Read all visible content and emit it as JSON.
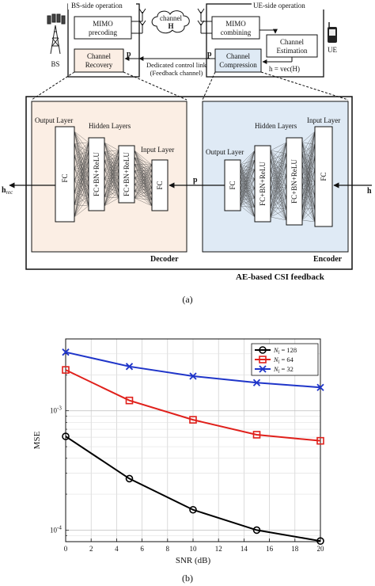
{
  "panel_a": {
    "caption": "(a)",
    "bs_side_label": "BS-side operation",
    "ue_side_label": "UE-side operation",
    "mimo_precoding": [
      "MIMO",
      "precoding"
    ],
    "channel_cloud": [
      "channel",
      "H"
    ],
    "mimo_combining": [
      "MIMO",
      "combining"
    ],
    "channel_estimation": [
      "Channel",
      "Estimation"
    ],
    "channel_recovery": [
      "Channel",
      "Recovery"
    ],
    "channel_compression": [
      "Channel",
      "Compression"
    ],
    "bs_label": "BS",
    "ue_label": "UE",
    "feedback_p_bs": "p",
    "feedback_p_ue": "p",
    "feedback_link": [
      "Dedicated control link",
      "(Feedback channel)"
    ],
    "h_vec_label": "h = vec(H)",
    "decoder": {
      "output_layer": "Output Layer",
      "hidden_layers": "Hidden Layers",
      "input_layer": "Input Layer",
      "fc_out": "FC",
      "hidden1": "FC+BN+ReLU",
      "hidden2": "FC+BN+ReLU",
      "fc_in": "FC",
      "title": "Decoder"
    },
    "encoder": {
      "output_layer": "Output Layer",
      "hidden_layers": "Hidden Layers",
      "input_layer": "Input Layer",
      "fc_out": "FC",
      "hidden1": "FC+BN+ReLU",
      "hidden2": "FC+BN+ReLU",
      "fc_in": "FC",
      "title": "Encoder"
    },
    "h_rec_label": "h",
    "h_rec_sub": "rec",
    "p_between": "p",
    "h_in_label": "h",
    "system_title": "AE-based CSI feedback",
    "colors": {
      "decoder_fill": "#fbeee4",
      "encoder_fill": "#dfeaf5",
      "recovery_fill": "#fbeee4",
      "compression_fill": "#dfeaf5"
    }
  },
  "panel_b": {
    "caption": "(b)",
    "chart_data": {
      "type": "line",
      "xlabel": "SNR (dB)",
      "ylabel": "MSE",
      "y_scale": "log",
      "xlim": [
        0,
        20
      ],
      "ylim": [
        8e-05,
        0.004
      ],
      "x_ticks": [
        "0",
        "2",
        "4",
        "6",
        "8",
        "10",
        "12",
        "14",
        "16",
        "18",
        "20"
      ],
      "y_tick_labels": [
        "10",
        "10"
      ],
      "y_tick_exps": [
        "-4",
        "-3"
      ],
      "grid": true,
      "legend_position": "top-right",
      "series": [
        {
          "name": "N_l = 128",
          "legend_sym": "N",
          "legend_sub": "l",
          "legend_val": " = 128",
          "color": "#000000",
          "marker": "circle",
          "x": [
            0,
            5,
            10,
            15,
            20
          ],
          "y": [
            0.00061,
            0.00027,
            0.000148,
            0.0001,
            8.1e-05
          ]
        },
        {
          "name": "N_l = 64",
          "legend_sym": "N",
          "legend_sub": "l",
          "legend_val": " = 64",
          "color": "#e0201b",
          "marker": "square",
          "x": [
            0,
            5,
            10,
            15,
            20
          ],
          "y": [
            0.0022,
            0.00122,
            0.00084,
            0.00063,
            0.00056
          ]
        },
        {
          "name": "N_l = 32",
          "legend_sym": "N",
          "legend_sub": "l",
          "legend_val": " = 32",
          "color": "#1f35c9",
          "marker": "x",
          "x": [
            0,
            5,
            10,
            15,
            20
          ],
          "y": [
            0.0031,
            0.00235,
            0.00195,
            0.00172,
            0.00157
          ]
        }
      ]
    }
  }
}
